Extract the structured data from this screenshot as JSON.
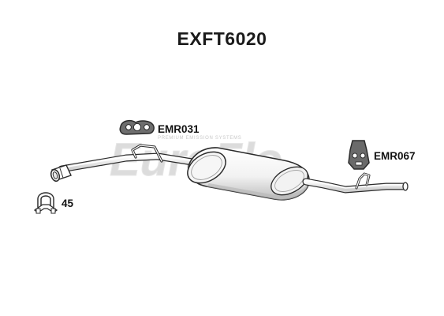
{
  "title": "EXFT6020",
  "watermark": {
    "brand": "EuroFlo",
    "tagline": "PREMIUM EMISSION SYSTEMS",
    "icon": "euroflo-logo-watermark"
  },
  "parts": [
    {
      "code": "EMR031",
      "icon": "exhaust-gasket-icon"
    },
    {
      "code": "EMR067",
      "icon": "rubber-hanger-icon"
    },
    {
      "code": "45",
      "icon": "u-bolt-clamp-icon"
    }
  ],
  "colors": {
    "outline": "#2b2b2b",
    "fill": "#ffffff",
    "shade": "#d6d6d6",
    "watermark": "#d8d8d8"
  }
}
